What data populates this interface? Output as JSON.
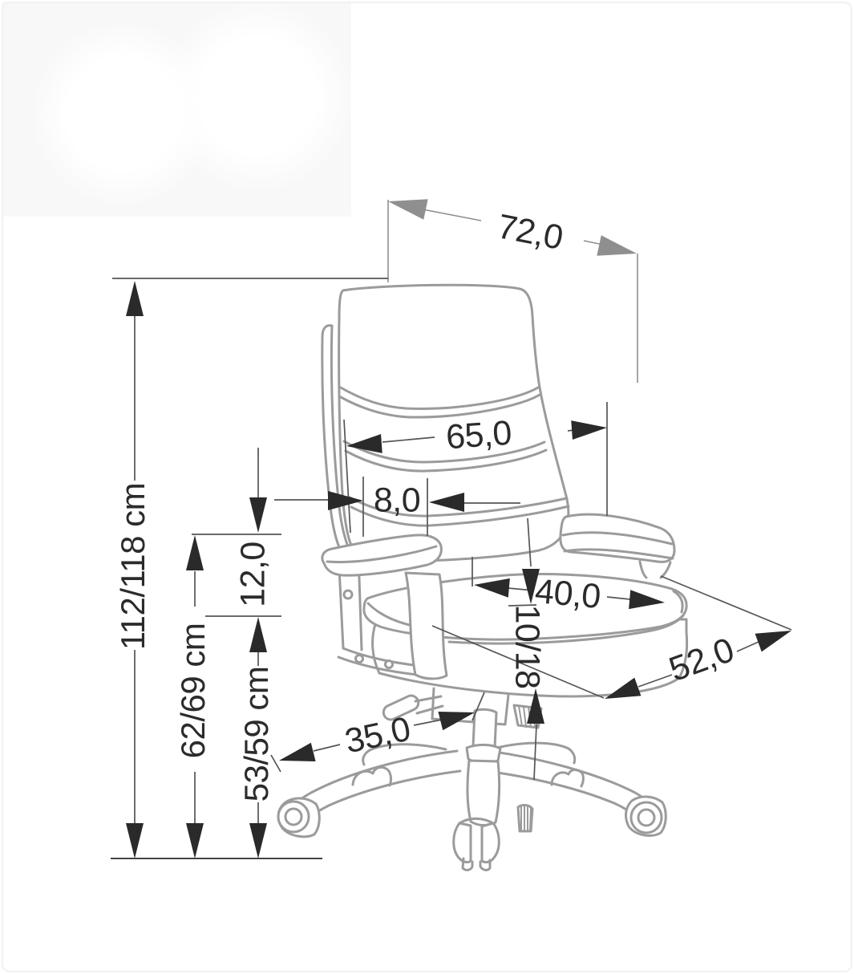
{
  "page": {
    "background_color": "#ffffff",
    "chair_line_color": "#9b9b9b",
    "dimension_text_color": "#2b2b2b",
    "black_arrow_color": "#2a2a2a",
    "gray_arrow_color": "#8f8f8f"
  },
  "diagram": {
    "subject": "office-chair-dimension-drawing",
    "labels": {
      "top_width": "72,0",
      "backrest_width": "65,0",
      "backrest_offset": "8,0",
      "armrest_above_seat": "12,0",
      "seat_depth": "40,0",
      "cushion_thickness": "10/18",
      "seat_width": "52,0",
      "base_arm_length": "35,0",
      "overall_height": "112/118 cm",
      "armrest_height": "62/69 cm",
      "seat_height": "53/59 cm"
    }
  }
}
